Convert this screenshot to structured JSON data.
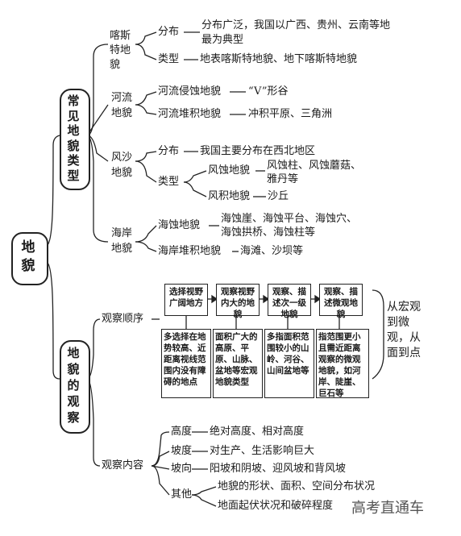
{
  "root": "地貌",
  "types": {
    "title": "常见地貌类型",
    "karst": {
      "name": "喀斯特地貌",
      "dist_label": "分布",
      "dist_text_1": "分布广泛，我国以广西、贵州、云南等地",
      "dist_text_2": "最为典型",
      "type_label": "类型",
      "type_text": "地表喀斯特地貌、地下喀斯特地貌"
    },
    "river": {
      "name": "河流地貌",
      "erosion_label": "河流侵蚀地貌",
      "erosion_text": "“V”形谷",
      "deposit_label": "河流堆积地貌",
      "deposit_text": "冲积平原、三角洲"
    },
    "aeolian": {
      "name": "风沙地貌",
      "dist_label": "分布",
      "dist_text": "我国主要分布在西北地区",
      "type_label": "类型",
      "erosion_label": "风蚀地貌",
      "erosion_text_1": "风蚀柱、风蚀蘑菇、",
      "erosion_text_2": "雅丹等",
      "deposit_label": "风积地貌",
      "deposit_text": "沙丘"
    },
    "coast": {
      "name": "海岸地貌",
      "erosion_label": "海蚀地貌",
      "erosion_text_1": "海蚀崖、海蚀平台、海蚀穴、",
      "erosion_text_2": "海蚀拱桥、海蚀柱等",
      "deposit_label": "海岸堆积地貌",
      "deposit_text": "海滩、沙坝等"
    }
  },
  "observe": {
    "title": "地貌的观察",
    "order_label": "观察顺序",
    "steps": [
      {
        "head": "选择视野广阔地方",
        "body": "多选择在地势较高、近距离视线范围内没有障碍的地点"
      },
      {
        "head": "观察视野内大的地貌",
        "body": "面积广大的高原、平原、山脉、盆地等宏观地貌类型"
      },
      {
        "head": "观察、描述次一级地貌",
        "body": "多指面积范围较小的山岭、河谷、山间盆地等"
      },
      {
        "head": "观察、描述微观地貌",
        "body": "指范围更小且需近距离观察的微观地貌，如河岸、陡崖、巨石等"
      }
    ],
    "side_note": "从宏观到微观，从面到点",
    "content_label": "观察内容",
    "contents": [
      {
        "label": "高度",
        "text": "绝对高度、相对高度"
      },
      {
        "label": "坡度",
        "text": "对生产、生活影响巨大"
      },
      {
        "label": "坡向",
        "text": "阳坡和阴坡、迎风坡和背风坡"
      }
    ],
    "other_label": "其他",
    "other_1": "地貌的形状、面积、空间分布状况",
    "other_2": "地面起伏状况和破碎程度"
  },
  "watermark": "高考直通车"
}
